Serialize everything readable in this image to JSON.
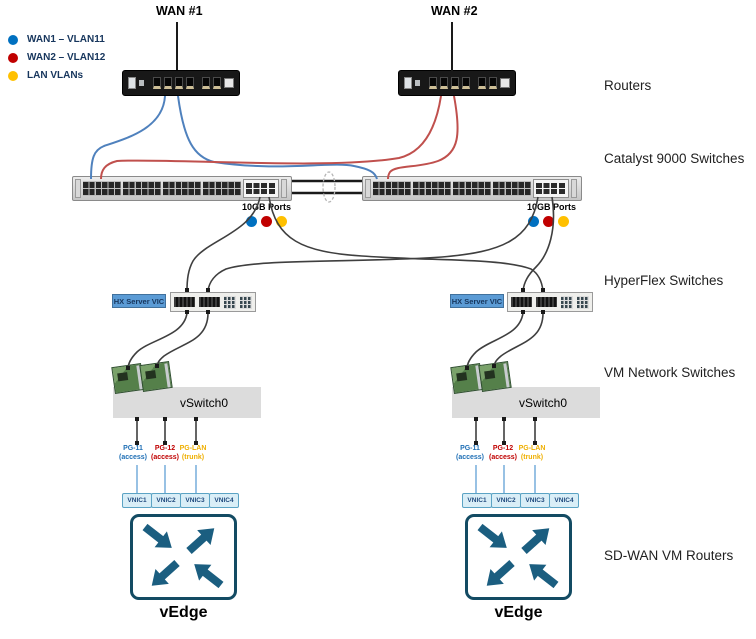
{
  "legend": {
    "items": [
      {
        "label": "WAN1 – VLAN11",
        "color": "#0070C0"
      },
      {
        "label": "WAN2 – VLAN12",
        "color": "#C00000"
      },
      {
        "label": "LAN VLANs",
        "color": "#FFC000"
      }
    ]
  },
  "wan": {
    "wan1": "WAN #1",
    "wan2": "WAN #2"
  },
  "row_labels": {
    "routers": "Routers",
    "catalyst": "Catalyst 9000 Switches",
    "hyperflex": "HyperFlex Switches",
    "vm_network": "VM Network Switches",
    "sdwan": "SD-WAN VM Routers"
  },
  "catalyst": {
    "ports_label": "10GB Ports",
    "port_dot_colors": [
      "#0070C0",
      "#C00000",
      "#FFC000"
    ]
  },
  "hyperflex": {
    "vic_label": "HX Server VIC"
  },
  "vswitch": {
    "label": "vSwitch0"
  },
  "port_groups": [
    {
      "name": "PG-11",
      "mode": "(access)",
      "color": "#1F6FB5"
    },
    {
      "name": "PG-12",
      "mode": "(access)",
      "color": "#C00000"
    },
    {
      "name": "PG-LAN",
      "mode": "(trunk)",
      "color": "#EFAF00"
    }
  ],
  "vnics": [
    {
      "label": "VNIC1"
    },
    {
      "label": "VNIC2"
    },
    {
      "label": "VNIC3"
    },
    {
      "label": "VNIC4"
    }
  ],
  "vedge": {
    "label": "vEdge"
  },
  "colors": {
    "wan1_cable": "#4F81BD",
    "wan2_cable": "#C0504D",
    "infra_cable": "#3f3f3f",
    "pg_link": "#7FB2DE",
    "vedge_teal": "#1B5E80",
    "hx_label_fill": "#5B9BD5"
  }
}
